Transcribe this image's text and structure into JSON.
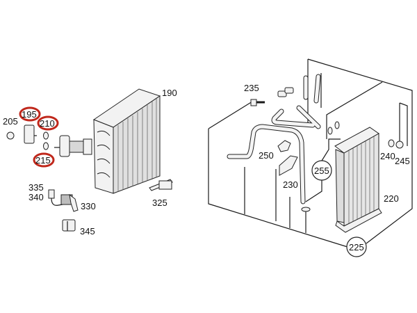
{
  "diagram": {
    "type": "parts-exploded-view",
    "highlight_color": "#c0281c"
  },
  "callouts": [
    {
      "label": "190",
      "style": "plain"
    },
    {
      "label": "195",
      "style": "red-highlight"
    },
    {
      "label": "205",
      "style": "plain"
    },
    {
      "label": "210",
      "style": "red-highlight"
    },
    {
      "label": "215",
      "style": "red-highlight"
    },
    {
      "label": "335",
      "style": "plain"
    },
    {
      "label": "340",
      "style": "plain"
    },
    {
      "label": "330",
      "style": "plain"
    },
    {
      "label": "345",
      "style": "plain"
    },
    {
      "label": "325",
      "style": "plain"
    },
    {
      "label": "235",
      "style": "plain"
    },
    {
      "label": "250",
      "style": "plain"
    },
    {
      "label": "255",
      "style": "circled"
    },
    {
      "label": "230",
      "style": "plain"
    },
    {
      "label": "240",
      "style": "plain"
    },
    {
      "label": "245",
      "style": "plain"
    },
    {
      "label": "220",
      "style": "plain"
    },
    {
      "label": "225",
      "style": "circled"
    }
  ]
}
